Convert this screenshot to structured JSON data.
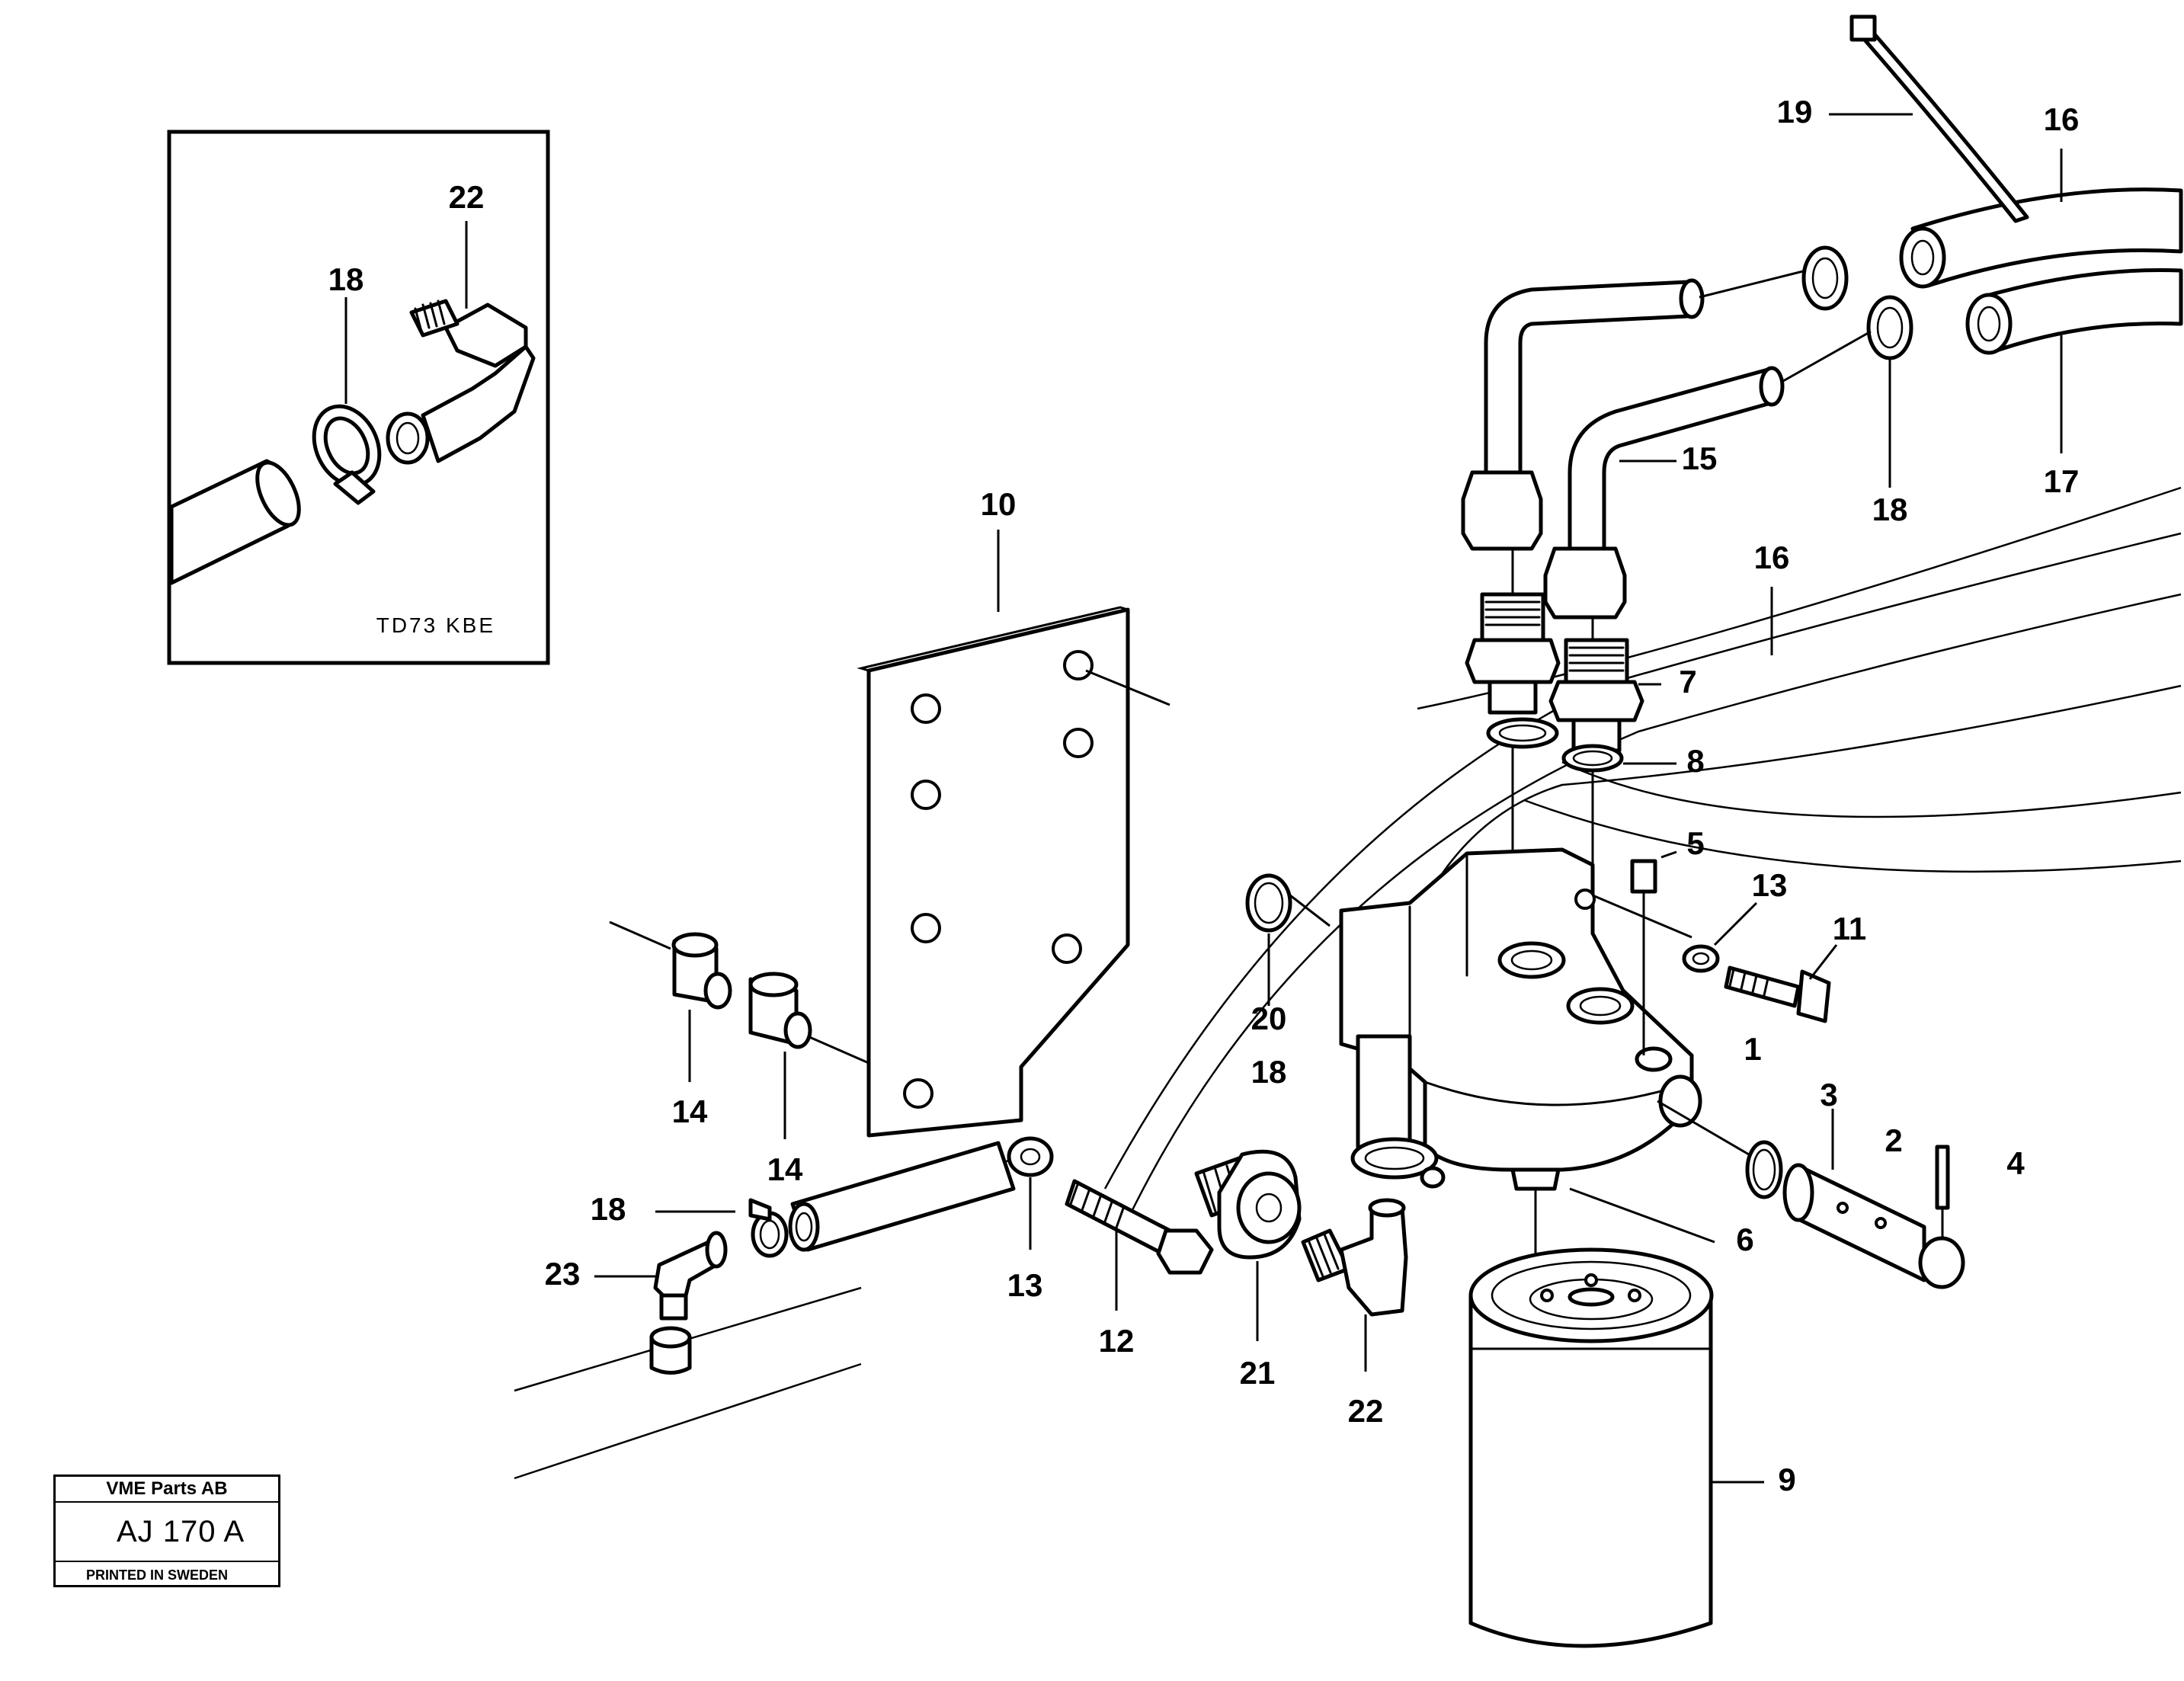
{
  "diagram": {
    "callouts": {
      "c1": "1",
      "c2": "2",
      "c3": "3",
      "c4": "4",
      "c5": "5",
      "c6": "6",
      "c7": "7",
      "c8": "8",
      "c9": "9",
      "c10": "10",
      "c11": "11",
      "c12": "12",
      "c13a": "13",
      "c13b": "13",
      "c14a": "14",
      "c14b": "14",
      "c15": "15",
      "c16a": "16",
      "c16b": "16",
      "c17": "17",
      "c18a": "18",
      "c18b": "18",
      "c18c": "18",
      "c19": "19",
      "c20": "20",
      "c21": "21",
      "c22": "22",
      "c23": "23"
    },
    "inset": {
      "callouts": {
        "c18": "18",
        "c22": "22"
      },
      "code": "TD73 KBE"
    }
  },
  "stamp": {
    "company": "VME Parts AB",
    "code": "AJ 170 A",
    "printed": "PRINTED IN SWEDEN"
  }
}
